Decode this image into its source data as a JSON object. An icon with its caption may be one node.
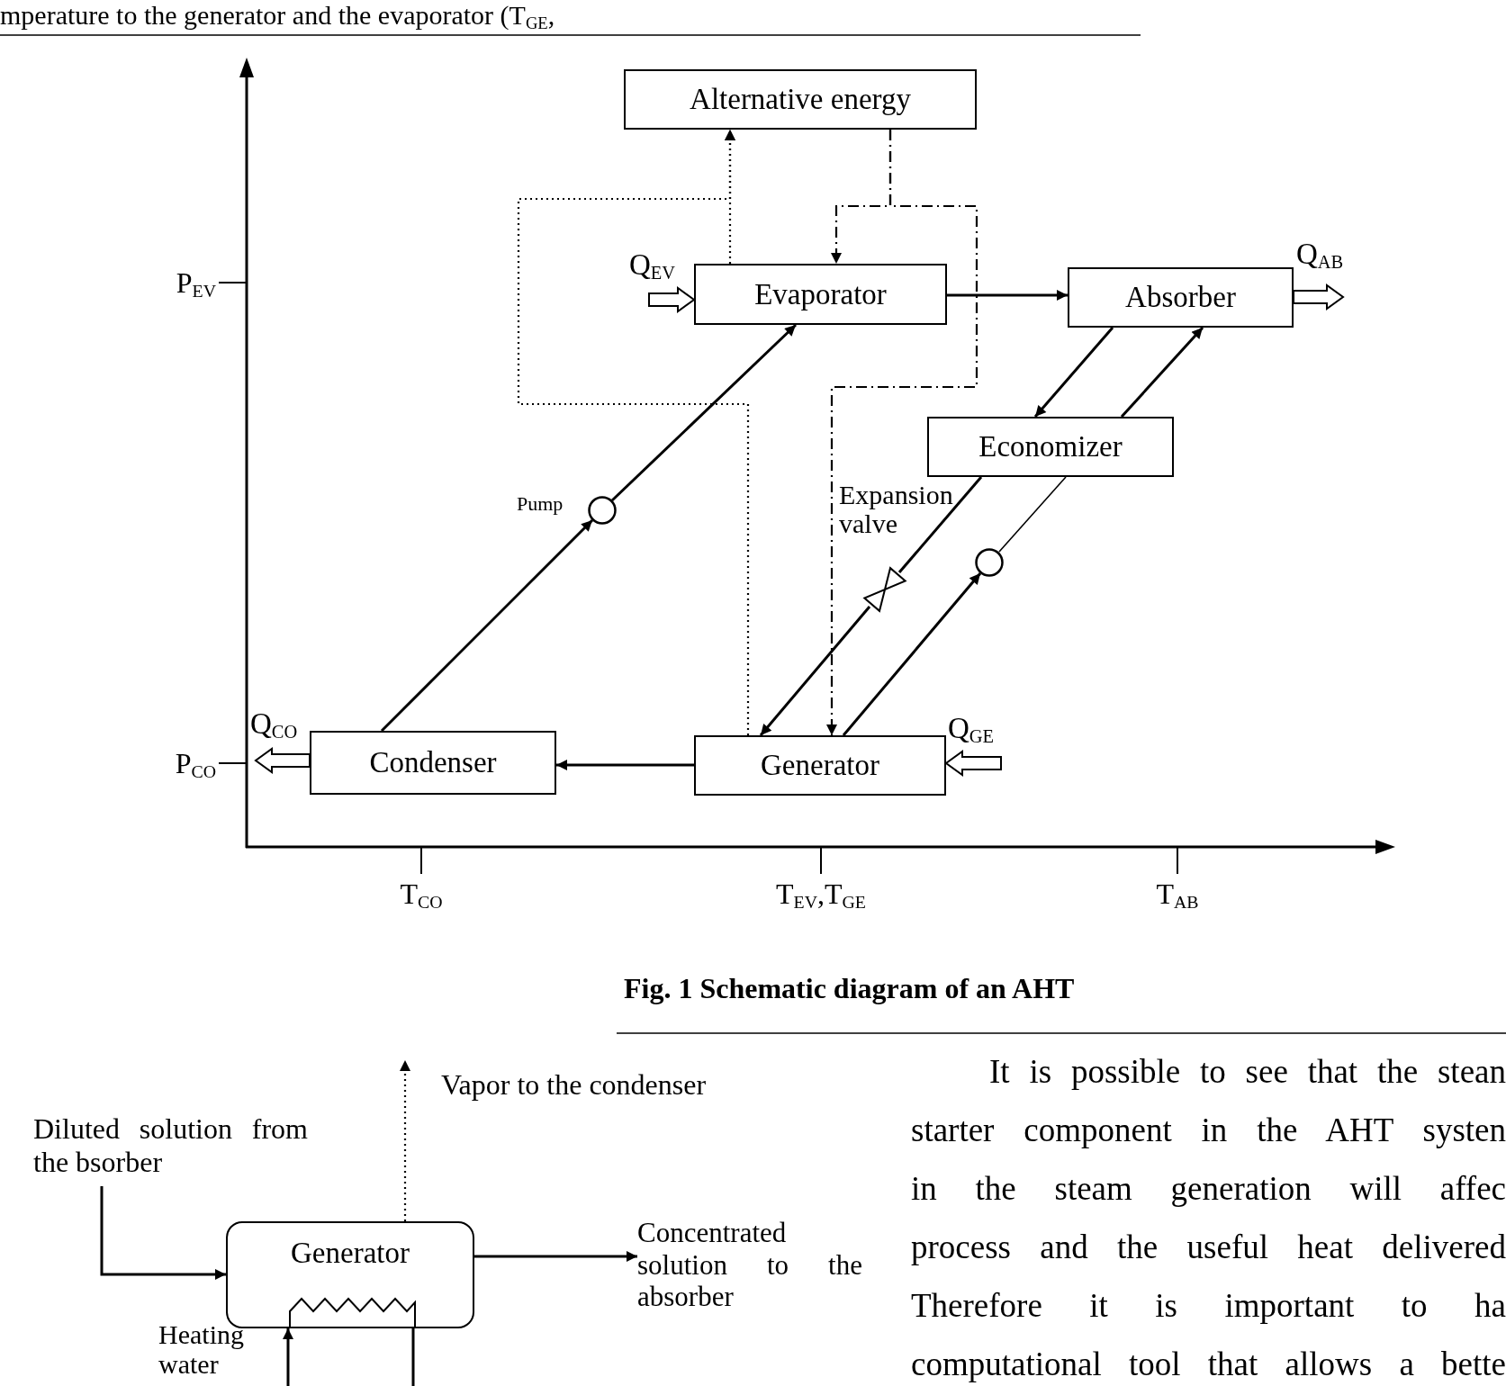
{
  "diagram": {
    "caption": "Fig. 1 Schematic diagram of an AHT",
    "nodes": [
      {
        "text": [
          "Alternative energy"
        ]
      },
      {
        "text": [
          "Evaporator"
        ]
      },
      {
        "text": [
          "Absorber"
        ]
      },
      {
        "text": [
          "Economizer"
        ]
      },
      {
        "text": [
          "Condenser"
        ]
      },
      {
        "text": [
          "Generator"
        ]
      },
      {
        "text": [],
        "shape": "circle",
        "beside": [
          "Pump"
        ]
      },
      {
        "text": [],
        "shape": "circle"
      },
      {
        "text": [],
        "shape": "valve"
      },
      {
        "text": [
          "Diluted solution from the bsorber"
        ]
      },
      {
        "text": [
          "Generator"
        ]
      },
      {
        "text": [
          "Concentrated solution to the absorber"
        ]
      }
    ],
    "edges": [
      {
        "from": 4,
        "to": 6,
        "arrow": "to"
      },
      {
        "from": 6,
        "to": 1,
        "arrow": "to"
      },
      {
        "from": 1,
        "to": 2,
        "arrow": "to"
      },
      {
        "from": 2,
        "to": 3,
        "arrow": "to"
      },
      {
        "from": 3,
        "to": 2,
        "arrow": "to"
      },
      {
        "from": 3,
        "to": 8,
        "arrow": "none"
      },
      {
        "from": 8,
        "to": 5,
        "arrow": "to"
      },
      {
        "from": 5,
        "to": 7,
        "arrow": "to"
      },
      {
        "from": 7,
        "to": 3,
        "arrow": "none"
      },
      {
        "from": 5,
        "to": 4,
        "arrow": "to"
      },
      {
        "from": 5,
        "to": 0,
        "arrow": "to",
        "style": "dashed"
      },
      {
        "from": 1,
        "to": 0,
        "arrow": "to",
        "style": "dashed"
      },
      {
        "from": 0,
        "to": 1,
        "arrow": "to",
        "style": "dashed"
      },
      {
        "from": 0,
        "to": 5,
        "arrow": "to",
        "style": "dashed"
      },
      {
        "from": null,
        "to": 1,
        "arrow": "to",
        "style": "thick",
        "label": "Q$_{EV}$"
      },
      {
        "from": 2,
        "to": null,
        "arrow": "to",
        "style": "thick",
        "label": "Q$_{AB}$"
      },
      {
        "from": 4,
        "to": null,
        "arrow": "to",
        "style": "thick",
        "label": "Q$_{CO}$"
      },
      {
        "from": null,
        "to": 5,
        "arrow": "to",
        "style": "thick",
        "label": "Q$_{GE}$"
      },
      {
        "from": 9,
        "to": 10,
        "arrow": "to"
      },
      {
        "from": 10,
        "to": null,
        "arrow": "to",
        "style": "dashed",
        "label": "Vapor to the condenser"
      },
      {
        "from": 10,
        "to": 11,
        "arrow": "to"
      },
      {
        "from": null,
        "to": 10,
        "arrow": "to"
      },
      {
        "from": 10,
        "to": null,
        "arrow": "none"
      }
    ],
    "labels": [
      "mperature to the generator and the evaporator (T$_{GE}$,",
      "P$_{EV}$",
      "P$_{CO}$",
      "T$_{CO}$",
      "T$_{EV}$,T$_{GE}$",
      "T$_{AB}$",
      "Heating water",
      "It is possible to see that the stean",
      "starter component in the AHT systen",
      "in the steam generation will affec",
      "process and the useful heat delivered",
      "Therefore it is important to ha",
      "computational tool that allows a bette",
      "Expansion valve"
    ]
  }
}
